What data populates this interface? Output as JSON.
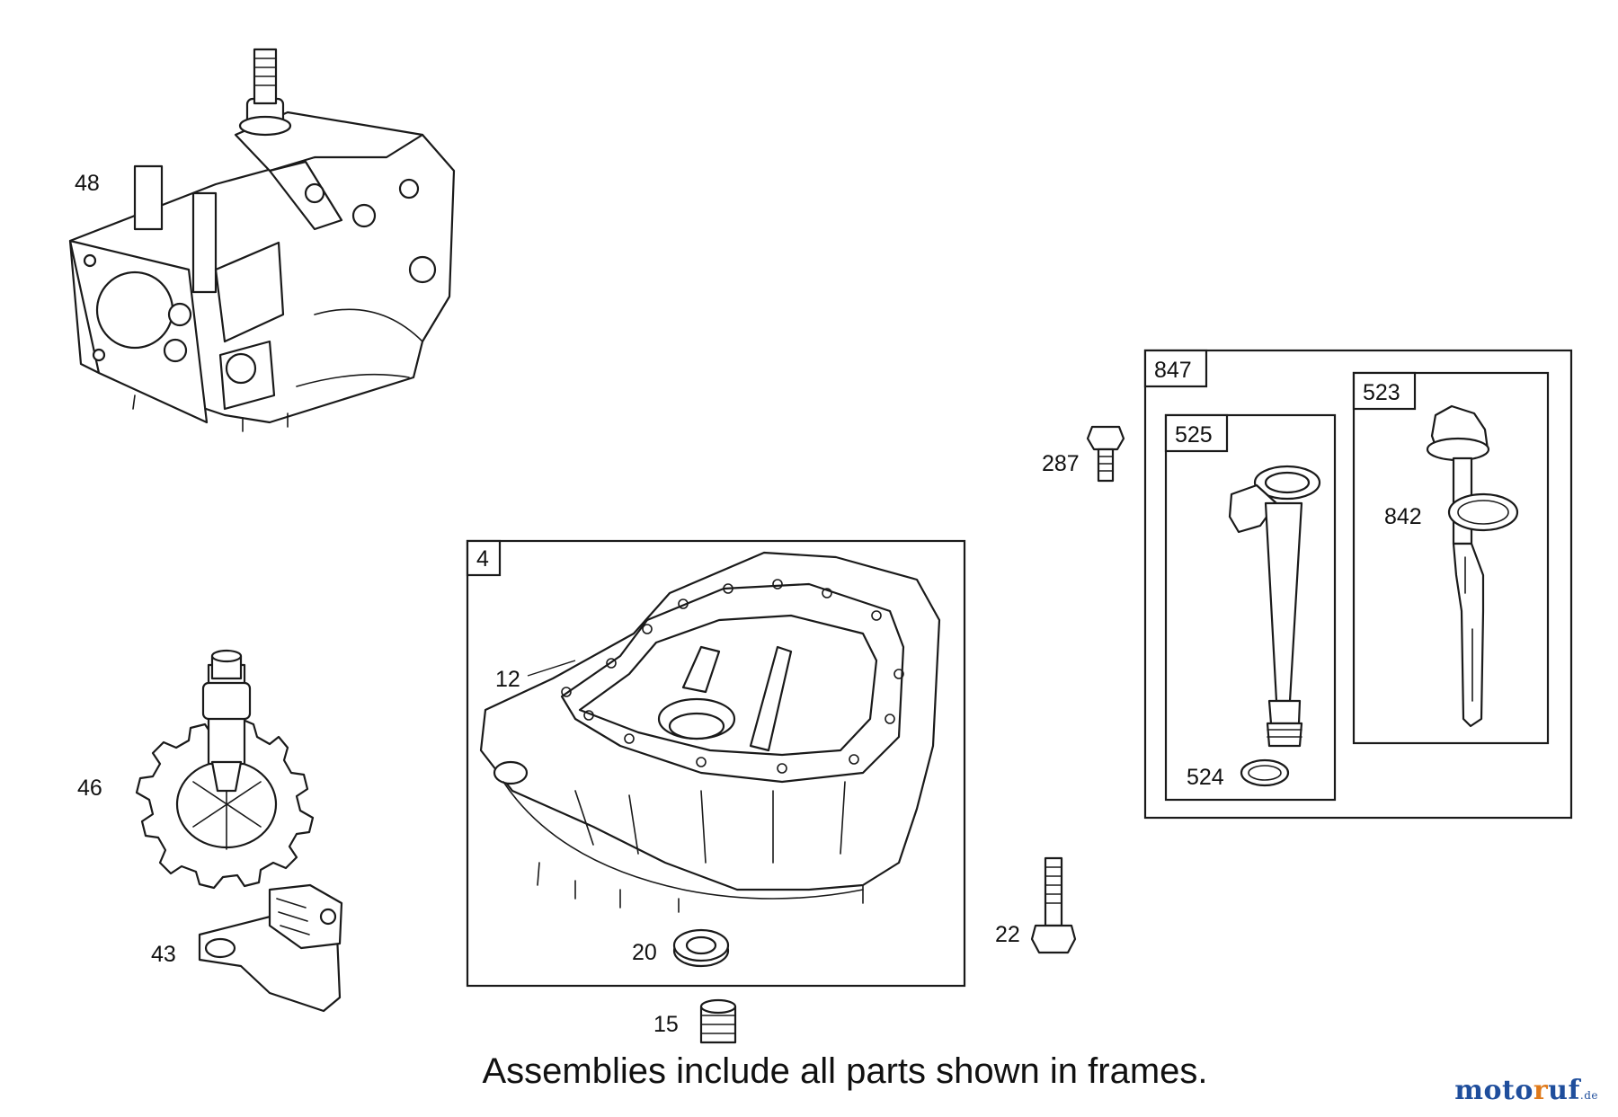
{
  "callouts": {
    "p48": "48",
    "p46": "46",
    "p43": "43",
    "p4": "4",
    "p12": "12",
    "p20": "20",
    "p15": "15",
    "p22": "22",
    "p287": "287",
    "p847": "847",
    "p525": "525",
    "p523": "523",
    "p842": "842",
    "p524": "524"
  },
  "caption": "Assemblies include all parts shown in frames.",
  "watermark": {
    "part1": "moto",
    "part2": "r",
    "part3": "uf",
    "suffix": ".de"
  },
  "colors": {
    "watermark_blue": "#1f4e9c",
    "watermark_orange": "#e07a1a"
  }
}
